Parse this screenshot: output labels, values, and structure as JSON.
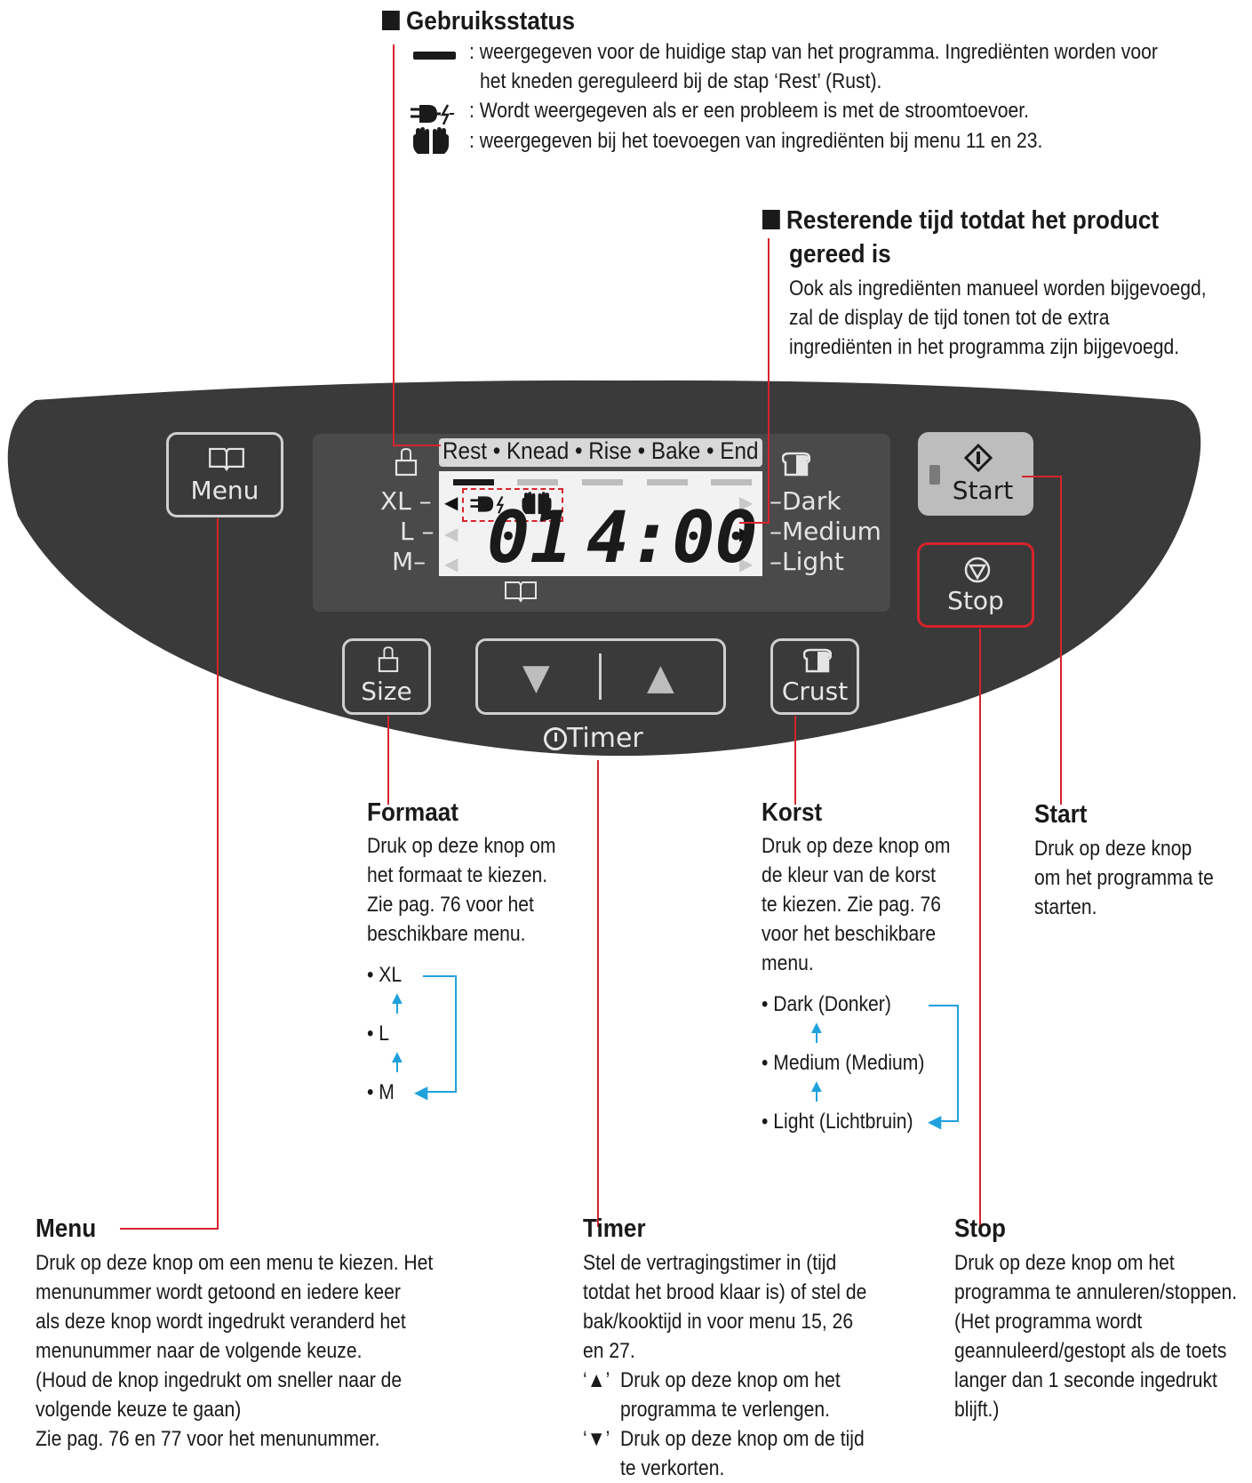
{
  "status": {
    "heading": "Gebruiksstatus",
    "items": [
      {
        "icon": "bar-icon",
        "text1": ": weergegeven voor de huidige stap van het programma. Ingrediënten worden voor",
        "text2": "het kneden gereguleerd bij de stap ‘Rest’ (Rust)."
      },
      {
        "icon": "power-failure-icon",
        "text1": ": Wordt weergegeven als er een probleem is met de stroomtoevoer."
      },
      {
        "icon": "hands-icon",
        "text1": ": weergegeven bij het toevoegen van ingrediënten bij menu 11 en 23."
      }
    ]
  },
  "remaining": {
    "heading1": "Resterende tijd totdat het product",
    "heading2": "gereed is",
    "lines": [
      "Ook als ingrediënten manueel worden bijgevoegd,",
      "zal de display de tijd tonen tot de extra",
      "ingrediënten in het programma zijn bijgevoegd."
    ]
  },
  "panel": {
    "menu_label": "Menu",
    "size_label": "Size",
    "crust_label": "Crust",
    "start_label": "Start",
    "stop_label": "Stop",
    "timer_label": "Timer",
    "steps": "Rest • Knead • Rise • Bake • End",
    "sizes": [
      "XL",
      "L",
      "M"
    ],
    "crusts": [
      "Dark",
      "Medium",
      "Light"
    ],
    "menu_number": "01",
    "time": "4:00",
    "colors": {
      "panel": "#3a3a3a",
      "lcd_bg": "#4a4a4a",
      "lcd_screen": "#f2f2f2",
      "callout": "#d7232e",
      "flow": "#1fa1dc"
    }
  },
  "formaat": {
    "heading": "Formaat",
    "lines": [
      "Druk op deze knop om",
      "het formaat te kiezen.",
      "Zie pag. 76 voor het",
      "beschikbare menu."
    ],
    "options": [
      "• XL",
      "• L",
      "• M"
    ]
  },
  "korst": {
    "heading": "Korst",
    "lines": [
      "Druk op deze knop om",
      "de kleur van de korst",
      "te kiezen. Zie pag. 76",
      "voor het beschikbare",
      "menu."
    ],
    "options": [
      "• Dark (Donker)",
      "• Medium (Medium)",
      "• Light (Lichtbruin)"
    ]
  },
  "start": {
    "heading": "Start",
    "lines": [
      "Druk op deze knop",
      "om het programma te",
      "starten."
    ]
  },
  "menu": {
    "heading": "Menu",
    "lines": [
      "Druk op deze knop om een menu te kiezen. Het",
      "menunummer wordt getoond en iedere keer",
      "als deze knop wordt ingedrukt veranderd het",
      "menunummer naar de volgende keuze.",
      "(Houd de knop ingedrukt om sneller naar de",
      "volgende keuze te gaan)",
      "Zie pag. 76 en 77 voor het menunummer."
    ]
  },
  "timer": {
    "heading": "Timer",
    "lines": [
      "Stel de vertragingstimer in (tijd",
      "totdat het brood klaar is) of stel de",
      "bak/kooktijd in voor menu 15, 26",
      "en 27."
    ],
    "up_mark": "‘▲’",
    "up_lines": [
      "Druk op deze knop om het",
      "programma te verlengen."
    ],
    "down_mark": "‘▼’",
    "down_lines": [
      "Druk op deze knop om de tijd",
      "te verkorten."
    ]
  },
  "stop": {
    "heading": "Stop",
    "lines": [
      "Druk op deze knop om het",
      "programma te annuleren/stoppen.",
      "(Het programma wordt",
      "geannuleerd/gestopt als de toets",
      "langer dan 1 seconde ingedrukt",
      "blijft.)"
    ]
  }
}
